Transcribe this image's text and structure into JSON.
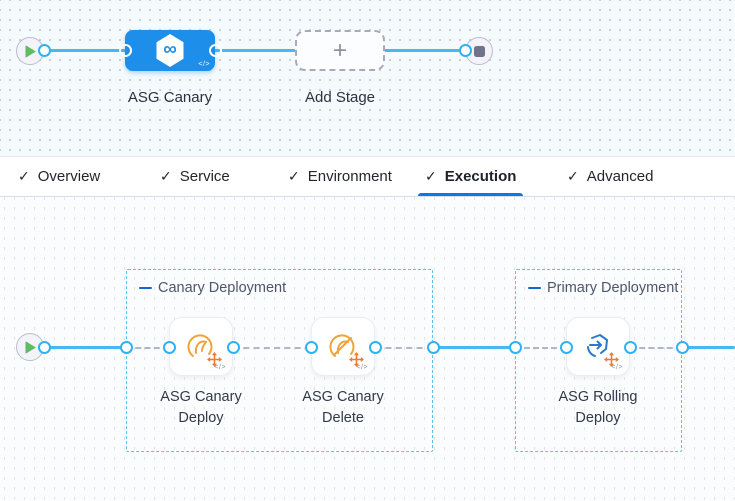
{
  "pipeline_graph": {
    "stage_label": "ASG Canary",
    "stage_infinity_glyph": "∞",
    "stage_code_badge": "</>",
    "add_stage_label": "Add Stage",
    "add_stage_plus": "+"
  },
  "tabs": [
    {
      "check": "✓",
      "label": "Overview",
      "active": false
    },
    {
      "check": "✓",
      "label": "Service",
      "active": false
    },
    {
      "check": "✓",
      "label": "Environment",
      "active": false
    },
    {
      "check": "✓",
      "label": "Execution",
      "active": true
    },
    {
      "check": "✓",
      "label": "Advanced",
      "active": false
    }
  ],
  "execution_graph": {
    "groups": [
      {
        "title": "Canary Deployment"
      },
      {
        "title": "Primary Deployment"
      }
    ],
    "steps": [
      {
        "label": "ASG Canary Deploy",
        "icon": "canary-deploy-icon",
        "code_badge": "</>"
      },
      {
        "label": "ASG Canary Delete",
        "icon": "canary-delete-icon",
        "code_badge": "</>"
      },
      {
        "label": "ASG Rolling Deploy",
        "icon": "rolling-deploy-icon",
        "code_badge": "</>"
      }
    ]
  },
  "colors": {
    "stage_blue": "#1d8ee9",
    "connector_blue": "#45b8f5",
    "group_border_blue": "#58c3f2",
    "tab_active_blue": "#0b79e1",
    "canary_orange": "#f0a33a",
    "arrows_orange": "#ec7b30",
    "rolling_blue": "#2d79c9",
    "play_green": "#5fbb64"
  }
}
